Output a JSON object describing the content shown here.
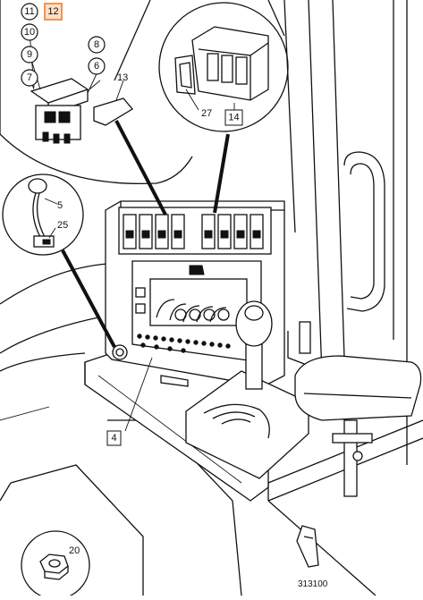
{
  "figure_id": "313100",
  "highlight_color": "#f07c2c",
  "callouts": {
    "c11": "11",
    "c12": "12",
    "c10": "10",
    "c9": "9",
    "c7": "7",
    "c8": "8",
    "c6": "6",
    "c13": "13",
    "c27": "27",
    "c14": "14",
    "c5": "5",
    "c25": "25",
    "c4": "4",
    "c20": "20"
  }
}
